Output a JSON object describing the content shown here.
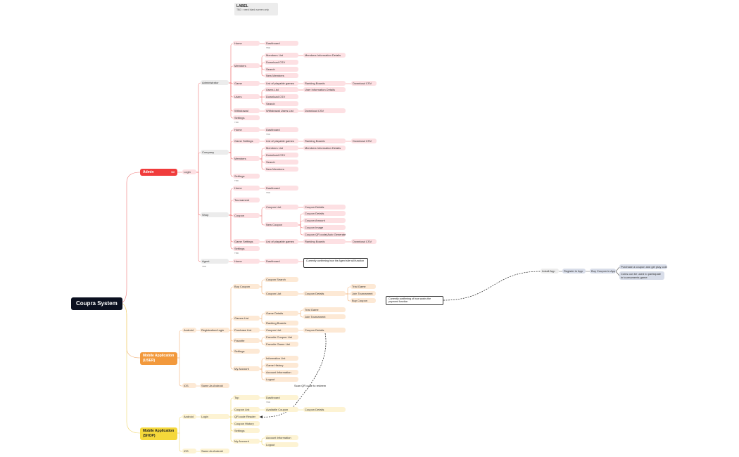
{
  "title": "Coupra System",
  "legend_card": {
    "title": "LABEL",
    "subtitle": "TBD : need blank screen only"
  },
  "tbd_text": "TBD",
  "colors": {
    "admin": "#f03c3c",
    "user": "#f2993c",
    "shop": "#f5d83a",
    "root": "#0b1020",
    "pink": "#fde0e3",
    "orange": "#fde9d5",
    "yellow": "#fdf3d3"
  },
  "main_branches": {
    "admin": "Admin",
    "user": "Mobile Application (USER)",
    "shop": "Mobile Application (SHOP)"
  },
  "admin": {
    "login": "Login",
    "administrator": {
      "label": "Administrator",
      "home": "Home",
      "dashboard": "Dashboard",
      "members": "Members",
      "members_list": "Members List",
      "members_info": "Members Information Details",
      "download_csv": "Download CSV",
      "search": "Search",
      "new_members": "New Members",
      "game": "Game",
      "list_games": "List of playable games",
      "ranking_boards": "Ranking Boards",
      "download_csv2": "Download CSV",
      "users": "Users",
      "users_list": "Users List",
      "user_info": "User Information Details",
      "download_csv3": "Download CSV",
      "search2": "Search",
      "withdrawal": "Withdrawal",
      "withdrawal_list": "Withdrawal Users List",
      "download_csv4": "Download CSV",
      "settings": "Settings"
    },
    "company": {
      "label": "Company",
      "home": "Home",
      "dashboard": "Dashboard",
      "game_settings": "Game Settings",
      "list_games": "List of playable games",
      "ranking_boards": "Ranking Boards",
      "download_csv": "Download CSV",
      "members": "Members",
      "members_list": "Members List",
      "members_info": "Members Information Details",
      "download_csv2": "Download CSV",
      "search": "Search",
      "new_members": "New Members",
      "settings": "Settings"
    },
    "shop": {
      "label": "Shop",
      "home": "Home",
      "dashboard": "Dashboard",
      "tournament": "Tournament",
      "coupon": "Coupon",
      "coupon_list": "Coupon List",
      "coupon_details": "Coupon Details",
      "new_coupon": "New Coupon",
      "nc_details": "Coupon Details",
      "nc_amount": "Coupon Amount",
      "nc_image": "Coupon Image",
      "nc_qr": "Coupon QR code(Auto Generate)",
      "game_settings": "Game Settings",
      "list_games": "List of playable games",
      "ranking_boards": "Ranking Boards",
      "download_csv": "Download CSV",
      "settings": "Settings"
    },
    "agent": {
      "label": "Agent",
      "home": "Home",
      "dashboard": "Dashboard",
      "callout": "Currently confirming how the Agent site will function"
    }
  },
  "user_app": {
    "android": "Android",
    "reg_login": "Registration/Login",
    "buy_coupon": "Buy Coupon",
    "coupon_search": "Coupon Search",
    "coupon_list": "Coupon List",
    "coupon_details": "Coupon Details",
    "trial_game": "Trial Game",
    "join_tournament": "Join Tournament",
    "buy_coupon2": "Buy Coupon",
    "payment_callout": "Currently confirming of how works the payment function",
    "games_list": "Games List",
    "game_details": "Game Details",
    "trial_game2": "Trial Game",
    "join_tournament2": "Join Tournament",
    "ranking_boards": "Ranking Boards",
    "purchase_list": "Purchase List",
    "pl_coupon_list": "Coupon List",
    "pl_coupon_details": "Coupon Details",
    "favorite": "Favorite",
    "fav_coupon_list": "Favorite Coupon List",
    "fav_game_list": "Favorite Game List",
    "settings": "Settings",
    "my_account": "My Account",
    "information_list": "Information List",
    "game_history": "Game History",
    "account_information": "Account Information",
    "logout": "Logout",
    "ios": "iOS",
    "same_as_android": "Same As Android"
  },
  "flow": {
    "install": "Install App",
    "register": "Register in App",
    "buy_in_app": "Buy Coupon in App",
    "note1": "Purchase a coupon and get play coins",
    "note2": "Coins can be used to participate in tournaments game"
  },
  "shop_app": {
    "android": "Android",
    "login": "Login",
    "top": "Top",
    "dashboard": "Dashboard",
    "coupon_list": "Coupon List",
    "available_coupon": "Available Coupon",
    "coupon_details": "Coupon Details",
    "qr_reader": "QR code Reader",
    "coupon_history": "Coupon History",
    "settings": "Settings",
    "my_account": "My Account",
    "account_information": "Account Information",
    "logout": "Logout",
    "ios": "iOS",
    "same_as_android": "Same As Android",
    "scan_note": "Scan QR code to redeem"
  }
}
